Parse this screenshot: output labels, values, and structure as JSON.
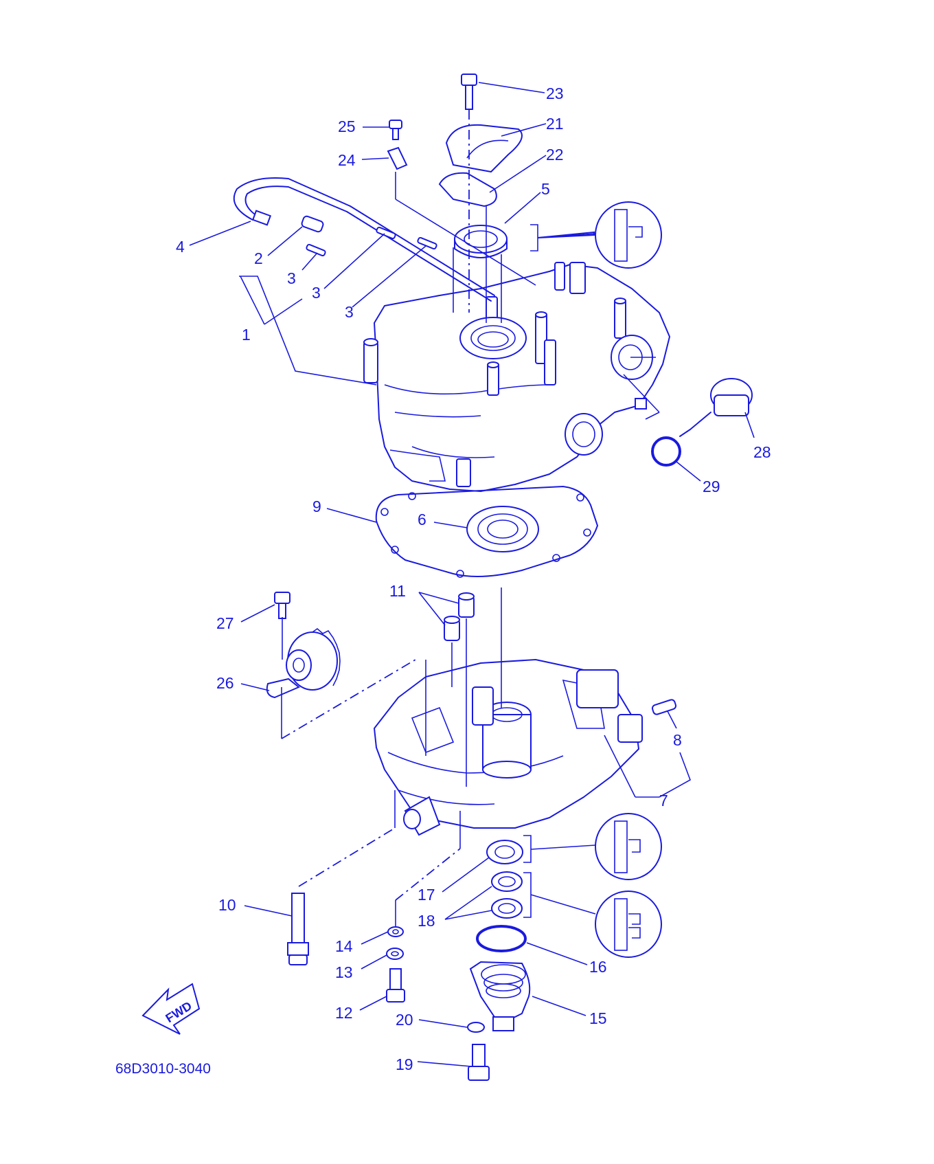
{
  "diagram": {
    "part_code": "68D3010-3040",
    "fwd_label": "FWD",
    "callouts": [
      "1",
      "2",
      "3",
      "3",
      "3",
      "4",
      "5",
      "6",
      "7",
      "8",
      "9",
      "10",
      "11",
      "12",
      "13",
      "14",
      "15",
      "16",
      "17",
      "18",
      "19",
      "20",
      "21",
      "22",
      "23",
      "24",
      "25",
      "26",
      "27",
      "28",
      "29"
    ],
    "ink_color": "#1a1adf"
  }
}
